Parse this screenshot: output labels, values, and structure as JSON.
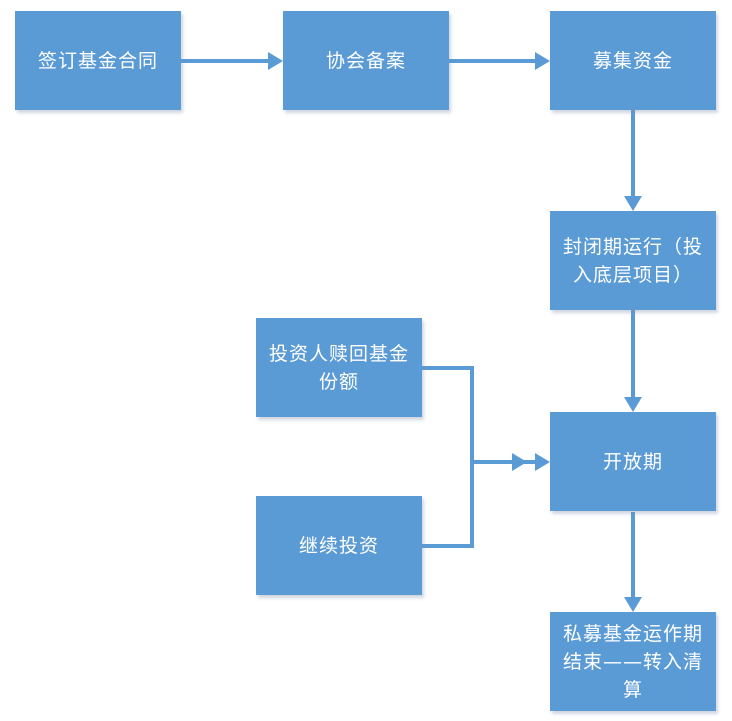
{
  "colors": {
    "box_fill": "#5b9bd5",
    "box_text": "#ffffff",
    "connector": "#5b9bd5",
    "background": "#ffffff"
  },
  "nodes": [
    {
      "id": "sign-contract",
      "label": "签订基金合同"
    },
    {
      "id": "association-filing",
      "label": "协会备案"
    },
    {
      "id": "raise-funds",
      "label": "募集资金"
    },
    {
      "id": "closed-period",
      "label": "封闭期运行（投入底层项目）"
    },
    {
      "id": "investor-redeem",
      "label": "投资人赎回基金份额"
    },
    {
      "id": "open-period",
      "label": "开放期"
    },
    {
      "id": "continue-invest",
      "label": "继续投资"
    },
    {
      "id": "fund-end",
      "label": "私募基金运作期结束——转入清算"
    }
  ],
  "edges": [
    {
      "from": "sign-contract",
      "to": "association-filing"
    },
    {
      "from": "association-filing",
      "to": "raise-funds"
    },
    {
      "from": "raise-funds",
      "to": "closed-period"
    },
    {
      "from": "closed-period",
      "to": "open-period"
    },
    {
      "from": "investor-redeem",
      "to": "open-period"
    },
    {
      "from": "continue-invest",
      "to": "open-period"
    },
    {
      "from": "open-period",
      "to": "fund-end"
    }
  ]
}
